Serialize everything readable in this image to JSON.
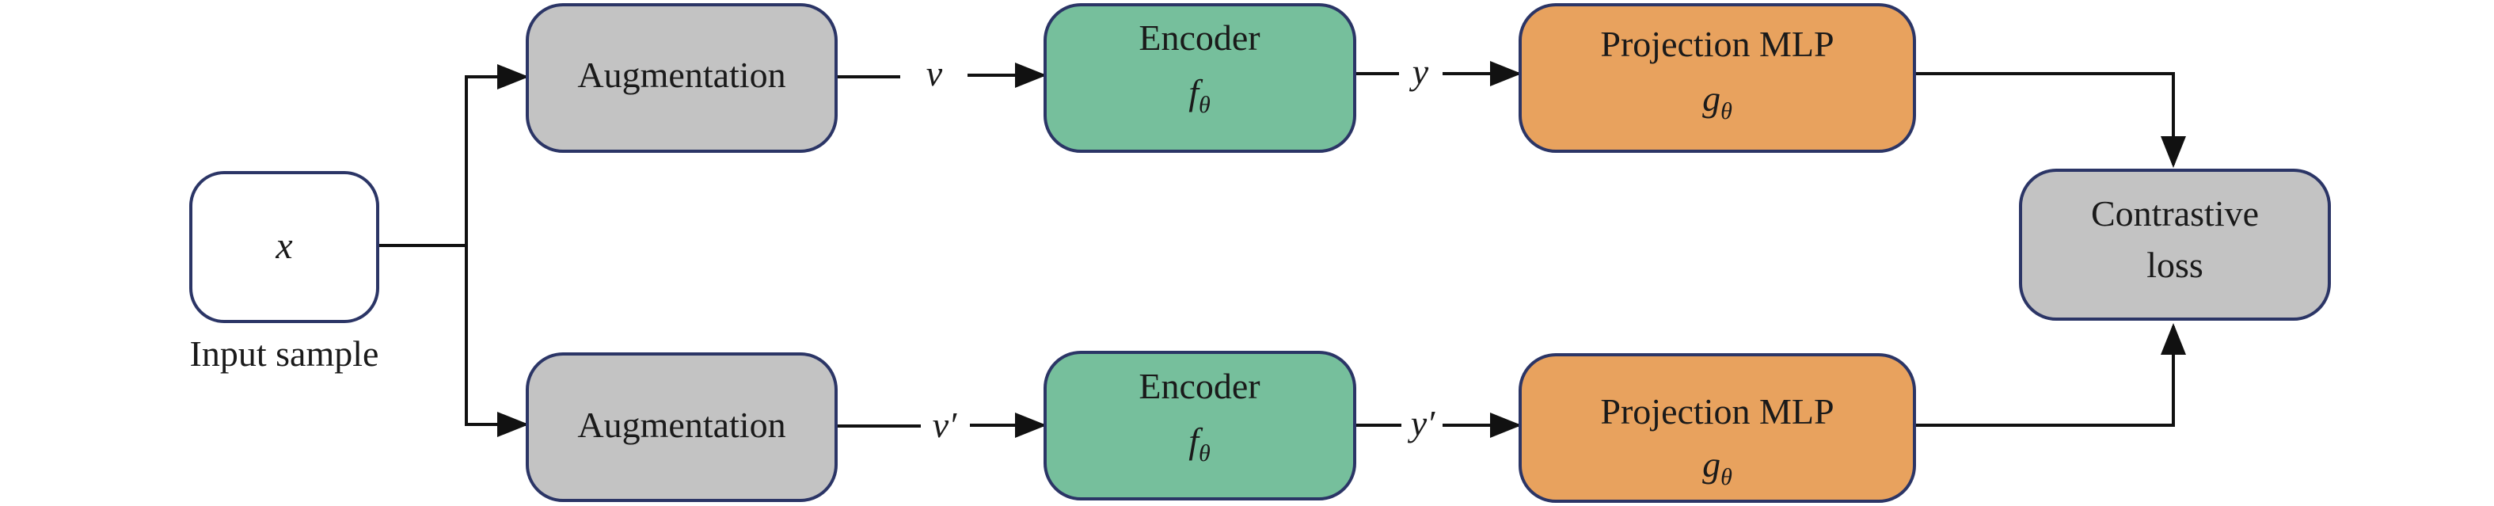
{
  "colors": {
    "input": "#ffffff",
    "augmentation": "#c3c3c3",
    "encoder": "#76bf9c",
    "projection": "#e8a25e",
    "loss": "#c3c3c3",
    "border": "#2b3566",
    "line": "#111111"
  },
  "input": {
    "symbol": "x",
    "caption": "Input sample"
  },
  "top_branch": {
    "augmentation": "Augmentation",
    "view": "v",
    "encoder": {
      "title": "Encoder",
      "func": "f",
      "sub": "θ"
    },
    "representation": "y",
    "projection": {
      "title": "Projection MLP",
      "func": "g",
      "sub": "θ"
    }
  },
  "bottom_branch": {
    "augmentation": "Augmentation",
    "view": "v′",
    "encoder": {
      "title": "Encoder",
      "func": "f",
      "sub": "θ"
    },
    "representation": "y′",
    "projection": {
      "title": "Projection MLP",
      "func": "g",
      "sub": "θ"
    }
  },
  "loss": {
    "line1": "Contrastive",
    "line2": "loss"
  }
}
